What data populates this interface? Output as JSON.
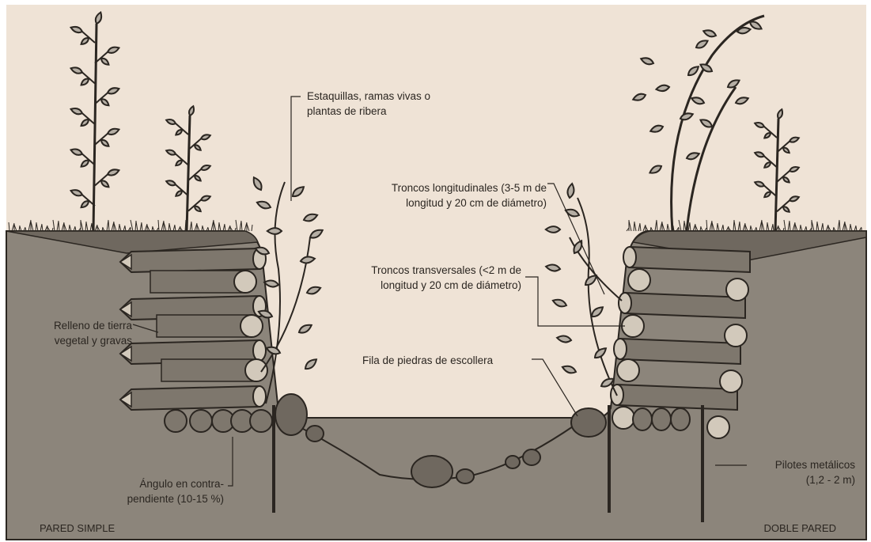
{
  "labels": {
    "cuttings_line1": "Estaquillas, ramas vivas o",
    "cuttings_line2": "plantas de ribera",
    "long_logs_line1": "Troncos longitudinales (3-5 m de",
    "long_logs_line2": "longitud y 20 cm de diámetro)",
    "trans_logs_line1": "Troncos transversales (<2 m de",
    "trans_logs_line2": "longitud y 20 cm de diámetro)",
    "fill_line1": "Relleno de tierra",
    "fill_line2": "vegetal y gravas",
    "rocks": "Fila de piedras de escollera",
    "angle_line1": "Ángulo en contra-",
    "angle_line2": "pendiente (10-15 %)",
    "piles_line1": "Pilotes metálicos",
    "piles_line2": "(1,2 - 2 m)",
    "left_title": "PARED SIMPLE",
    "right_title": "DOBLE PARED"
  },
  "colors": {
    "sky": "#efe3d6",
    "soil": "#8c857b",
    "soil_dark": "#6f685f",
    "log": "#7e776d",
    "log_end": "#d2c9bb",
    "leaf": "#b5aea4",
    "outline": "#2b2621"
  }
}
